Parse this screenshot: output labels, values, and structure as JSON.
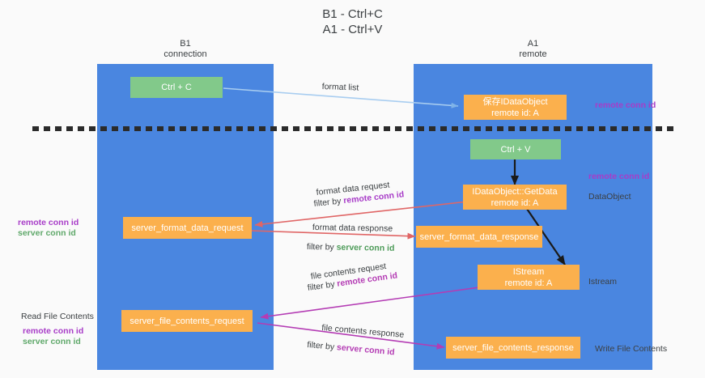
{
  "title": {
    "line1": "B1 - Ctrl+C",
    "line2": "A1 - Ctrl+V"
  },
  "lanes": [
    {
      "id": "b1",
      "name": "B1",
      "role": "connection"
    },
    {
      "id": "a1",
      "name": "A1",
      "role": "remote"
    }
  ],
  "nodes": {
    "ctrl_c": {
      "label": "Ctrl + C",
      "sub": ""
    },
    "save_idataobject": {
      "label": "保存IDataObject",
      "sub": "remote id: A"
    },
    "ctrl_v": {
      "label": "Ctrl + V",
      "sub": ""
    },
    "getdata": {
      "label": "IDataObject::GetData",
      "sub": "remote id: A"
    },
    "server_format_data_request": {
      "label": "server_format_data_request",
      "sub": ""
    },
    "server_format_data_response": {
      "label": "server_format_data_response",
      "sub": ""
    },
    "istream": {
      "label": "IStream",
      "sub": "remote id: A"
    },
    "server_file_contents_request": {
      "label": "server_file_contents_request",
      "sub": ""
    },
    "server_file_contents_response": {
      "label": "server_file_contents_response",
      "sub": ""
    }
  },
  "edge_labels": {
    "format_list": {
      "text": "format list"
    },
    "format_data_request": {
      "text": "format data request"
    },
    "format_data_request_filter": {
      "prefix": "filter by ",
      "highlight": "remote conn id"
    },
    "format_data_response": {
      "text": "format data response"
    },
    "format_data_response_filter": {
      "prefix": "filter by ",
      "highlight": "server conn id"
    },
    "file_contents_request": {
      "text": "file contents request"
    },
    "file_contents_request_filter": {
      "prefix": "filter by ",
      "highlight": "remote conn id"
    },
    "file_contents_response": {
      "text": "file contents response"
    },
    "file_contents_response_filter": {
      "prefix": "filter by ",
      "highlight": "server conn id"
    }
  },
  "side_labels": {
    "right_remote_conn_id_top": "remote conn id",
    "right_remote_conn_id_mid": "remote conn id",
    "dataobject": "DataObject",
    "istream": "Istream",
    "write_file_contents": "Write File Contents",
    "left_remote_conn_id_mid": "remote conn id",
    "left_server_conn_id_mid": "server conn id",
    "read_file_contents": "Read File Contents",
    "left_remote_conn_id_bot": "remote conn id",
    "left_server_conn_id_bot": "server conn id"
  },
  "colors": {
    "lane": "#4a86e0",
    "node_green": "#82c98a",
    "node_orange": "#fbb04d",
    "purple": "#a83cc8",
    "green_text": "#5fa86a",
    "arrow_blue": "#a8cdf0",
    "arrow_red": "#e06666",
    "arrow_magenta": "#b43cb4",
    "arrow_black": "#1a1a1a",
    "divider": "#2b2b2b",
    "background": "#fafafa"
  }
}
